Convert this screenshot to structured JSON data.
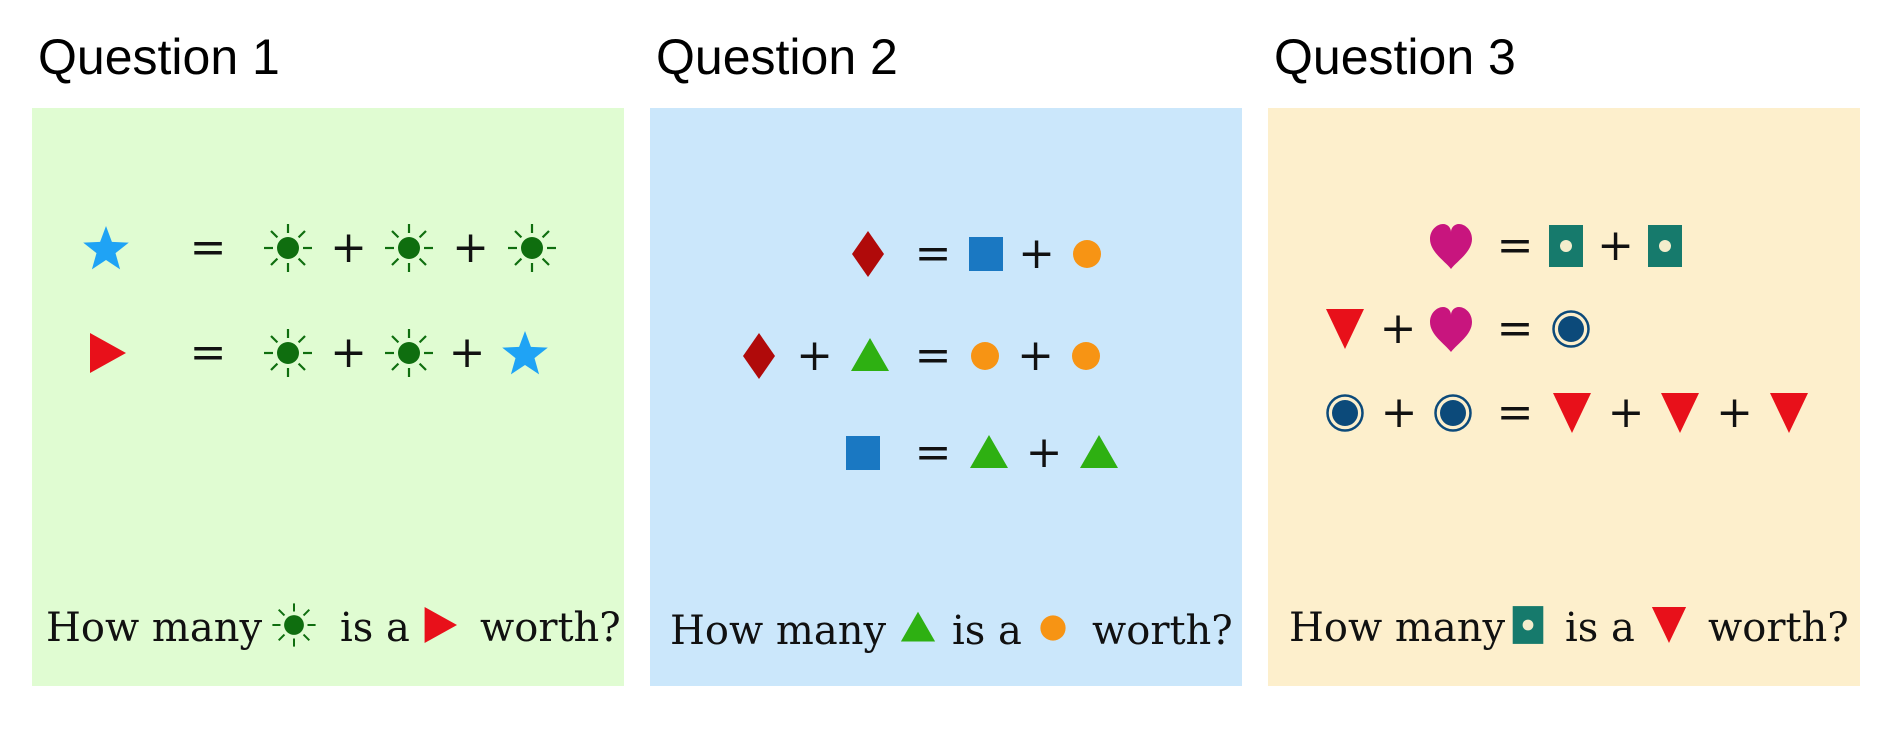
{
  "questions": [
    {
      "title": "Question 1",
      "background": "#e0fcd2",
      "equations": [
        {
          "lhs": [
            "star"
          ],
          "rhs": [
            "sun",
            "sun",
            "sun"
          ]
        },
        {
          "lhs": [
            "triangle-right"
          ],
          "rhs": [
            "sun",
            "sun",
            "star"
          ]
        }
      ],
      "question_words": [
        "How many",
        "is a",
        "worth?"
      ],
      "question_icons": [
        "sun",
        "triangle-right"
      ]
    },
    {
      "title": "Question 2",
      "background": "#cbe7fb",
      "equations": [
        {
          "lhs": [
            "diamond"
          ],
          "rhs": [
            "square",
            "circle"
          ]
        },
        {
          "lhs": [
            "diamond",
            "triangle-up"
          ],
          "rhs": [
            "circle",
            "circle"
          ]
        },
        {
          "lhs": [
            "square"
          ],
          "rhs": [
            "triangle-up",
            "triangle-up"
          ]
        }
      ],
      "question_words": [
        "How many",
        "is a",
        "worth?"
      ],
      "question_icons": [
        "triangle-up",
        "circle"
      ]
    },
    {
      "title": "Question 3",
      "background": "#fdefcc",
      "equations": [
        {
          "lhs": [
            "heart"
          ],
          "rhs": [
            "teal-box",
            "teal-box"
          ]
        },
        {
          "lhs": [
            "triangle-down",
            "heart"
          ],
          "rhs": [
            "ring"
          ]
        },
        {
          "lhs": [
            "ring",
            "ring"
          ],
          "rhs": [
            "triangle-down",
            "triangle-down",
            "triangle-down"
          ]
        }
      ],
      "question_words": [
        "How many",
        "is a",
        "worth?"
      ],
      "question_icons": [
        "teal-box",
        "triangle-down"
      ]
    }
  ],
  "symbols": {
    "equals": "=",
    "plus": "+"
  },
  "icon_colors": {
    "star": "#1fa3f5",
    "sun": "#0f6e0f",
    "triangle-right": "#e8101a",
    "diamond": "#b00a0a",
    "square": "#1a78c2",
    "circle": "#f79414",
    "triangle-up": "#2eb012",
    "heart": "#c8157e",
    "teal-box": "#167a6c",
    "teal-box-dot": "#f4edcc",
    "ring": "#0c4a7a",
    "triangle-down": "#e8101a"
  }
}
